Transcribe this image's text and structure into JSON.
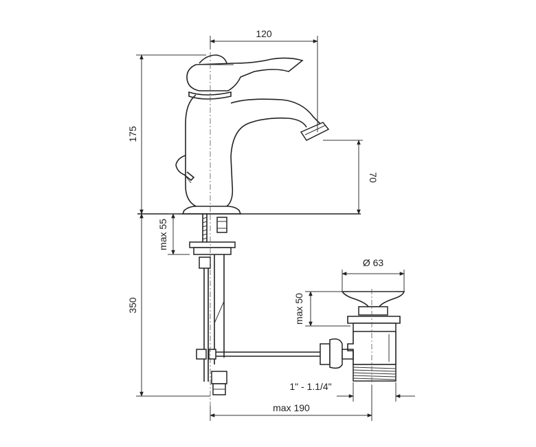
{
  "dimensions": {
    "top_width": "120",
    "body_height": "175",
    "spout_clearance": "70",
    "max_deck": "max 55",
    "shank_length": "350",
    "drain_diameter": "Ø 63",
    "drain_max_height": "max 50",
    "drain_thread": "1\" - 1.1/4\"",
    "rod_reach": "max 190"
  },
  "colors": {
    "line": "#222222",
    "background": "#ffffff"
  }
}
